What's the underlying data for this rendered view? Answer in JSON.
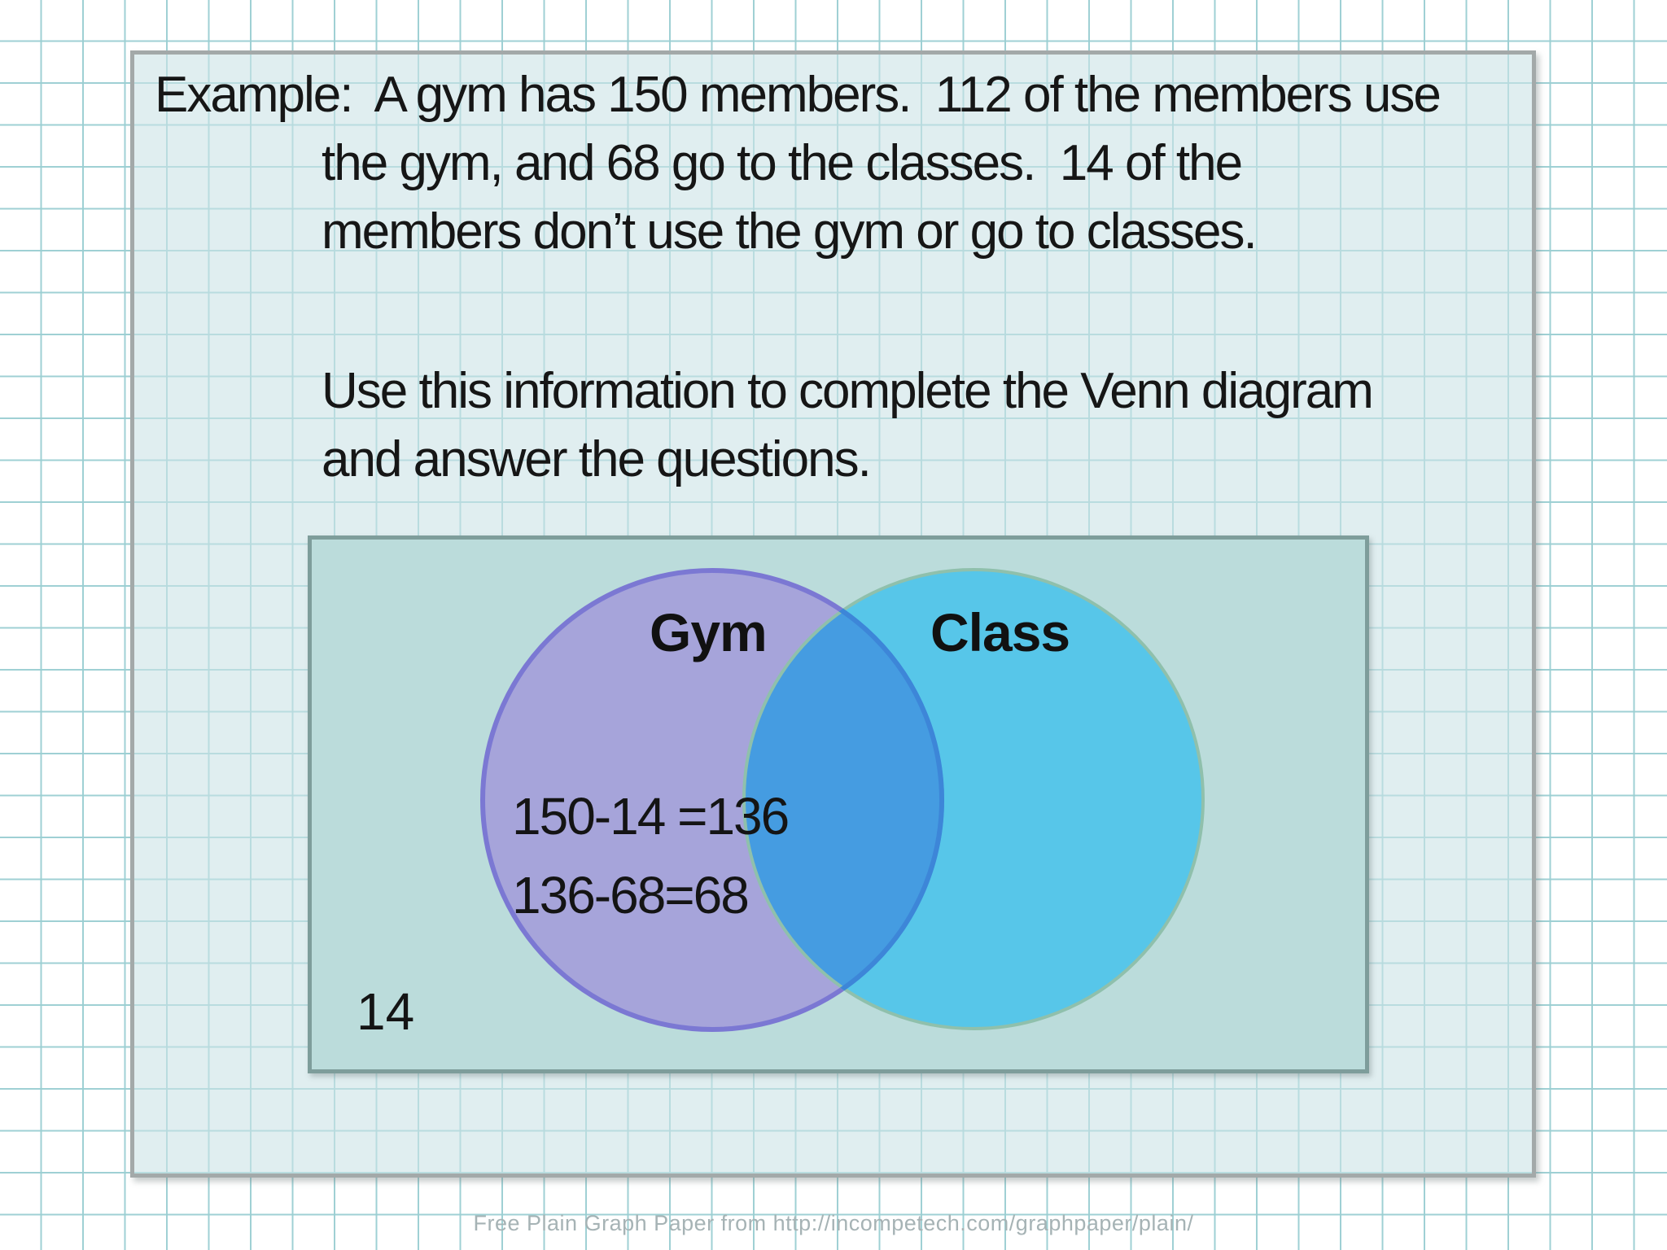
{
  "page": {
    "watermark": "Free Plain Graph Paper from http://incompetech.com/graphpaper/plain/"
  },
  "problem": {
    "line1": "Example:  A gym has 150 members.  112 of the members use",
    "line2": "the gym, and 68 go to the classes.  14 of the",
    "line3": "members don’t use the gym or go to classes.",
    "instruction_line1": "Use this information to complete the Venn diagram",
    "instruction_line2": "and answer the questions."
  },
  "venn": {
    "left_label": "Gym",
    "right_label": "Class",
    "work_line1": "150-14 =136",
    "work_line2": "136-68=68",
    "outside_value": "14",
    "colors": {
      "left_fill": "#a6a4da",
      "left_stroke": "#7b78d3",
      "left_stroke_over_right": "#3d86d8",
      "right_fill": "#57c6e9",
      "right_stroke": "#8fc0ac",
      "overlap_fill": "#459ce1",
      "box_fill": "#bbdcdb",
      "box_border": "#7e9d9b"
    }
  }
}
